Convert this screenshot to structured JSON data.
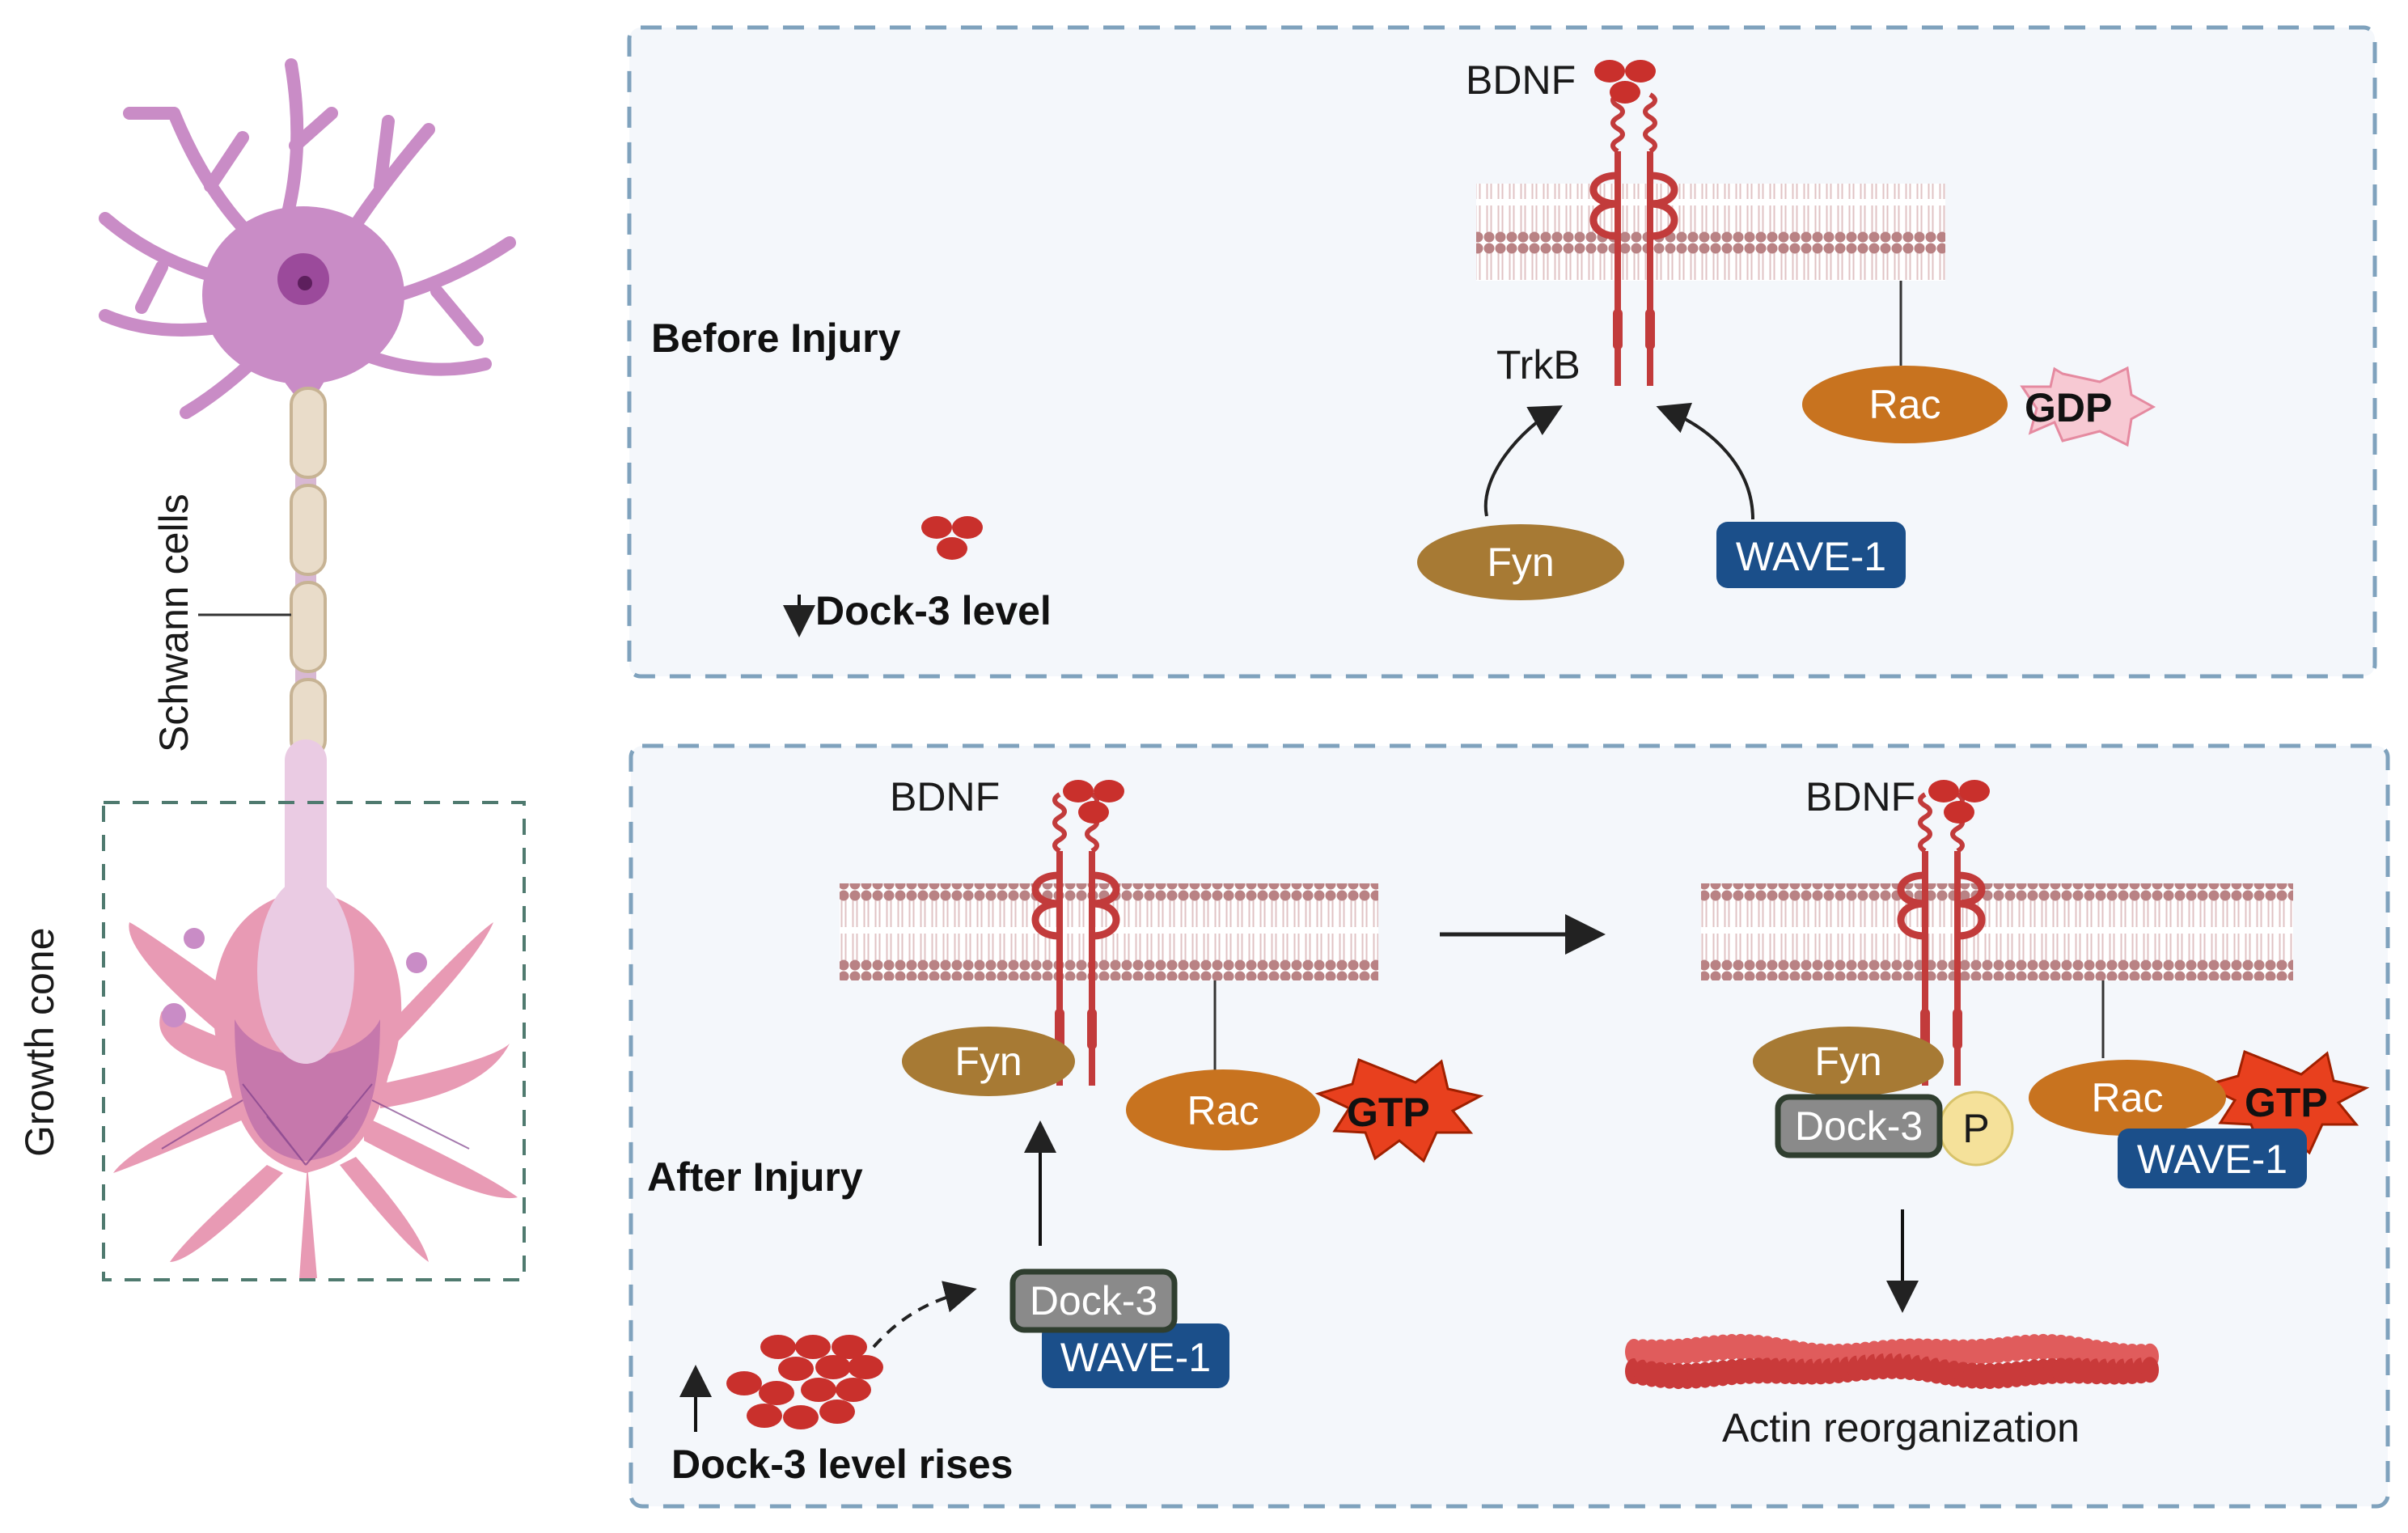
{
  "neuron": {
    "schwann_label": "Schwann cells",
    "growth_cone_label": "Growth cone"
  },
  "before_injury": {
    "title": "Before Injury",
    "bdnf_label": "BDNF",
    "receptor_label": "TrkB",
    "rac_label": "Rac",
    "gdp_label": "GDP",
    "fyn_label": "Fyn",
    "wave1_label": "WAVE-1",
    "dock3_level": "Dock-3 level"
  },
  "after_injury": {
    "title": "After Injury",
    "left": {
      "bdnf_label": "BDNF",
      "fyn_label": "Fyn",
      "rac_label": "Rac",
      "gtp_label": "GTP",
      "dock3_label": "Dock-3",
      "wave1_label": "WAVE-1",
      "dock3_level_rises": "Dock-3 level rises"
    },
    "right": {
      "bdnf_label": "BDNF",
      "fyn_label": "Fyn",
      "dock3_label": "Dock-3",
      "phospho_label": "P",
      "rac_label": "Rac",
      "gtp_label": "GTP",
      "wave1_label": "WAVE-1",
      "actin_label": "Actin reorganization"
    }
  },
  "colors": {
    "panel_border": "#7fa2bd",
    "panel_fill": "#f4f7fb",
    "neuron": "#c98cc6",
    "growth_cone": "#e89ab4",
    "receptor": "#c23b3b",
    "membrane": "#b98284",
    "fyn": "#a77a34",
    "rac": "#c8731f",
    "wave1": "#1b4f8a",
    "dock3": "#8a8a8a",
    "gtp_burst": "#e8401e",
    "gdp_burst": "#f7c9d3",
    "bdnf": "#c9302c",
    "phospho": "#f5e19a"
  }
}
